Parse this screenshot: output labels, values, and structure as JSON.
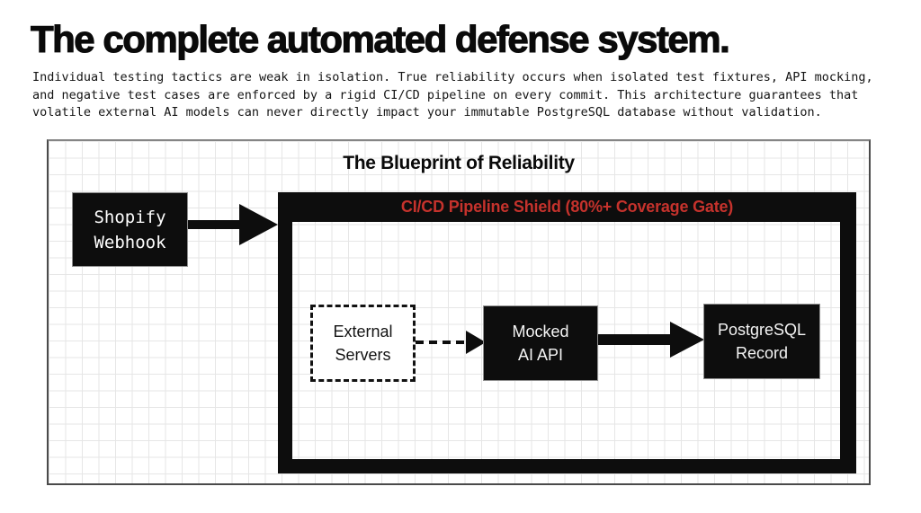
{
  "page": {
    "title": "The complete automated defense system.",
    "subtitle_lines": [
      "Individual testing tactics are weak in isolation. True reliability occurs when isolated test fixtures, API mocking,",
      "and negative test cases are enforced by a rigid CI/CD pipeline on every commit. This architecture guarantees that",
      "volatile external AI models can never directly impact your immutable PostgreSQL database without validation."
    ]
  },
  "diagram": {
    "title": "The Blueprint of Reliability",
    "shield": {
      "label": "CI/CD Pipeline Shield (80%+ Coverage Gate)"
    },
    "nodes": {
      "shopify": {
        "lines": [
          "Shopify",
          "Webhook"
        ],
        "style": "solid-black"
      },
      "external": {
        "lines": [
          "External",
          "Servers"
        ],
        "style": "dashed-outline"
      },
      "mocked": {
        "lines": [
          "Mocked",
          "AI API"
        ],
        "style": "solid-black"
      },
      "postgres": {
        "lines": [
          "PostgreSQL",
          "Record"
        ],
        "style": "solid-black"
      }
    },
    "edges": [
      {
        "from": "shopify",
        "to": "cicd-shield",
        "style": "solid"
      },
      {
        "from": "external",
        "to": "mocked",
        "style": "dashed"
      },
      {
        "from": "mocked",
        "to": "postgres",
        "style": "solid"
      }
    ],
    "colors": {
      "shield-label": "#c5322c",
      "node-bg": "#0d0d0d",
      "grid-line": "#e6e6e6"
    }
  }
}
